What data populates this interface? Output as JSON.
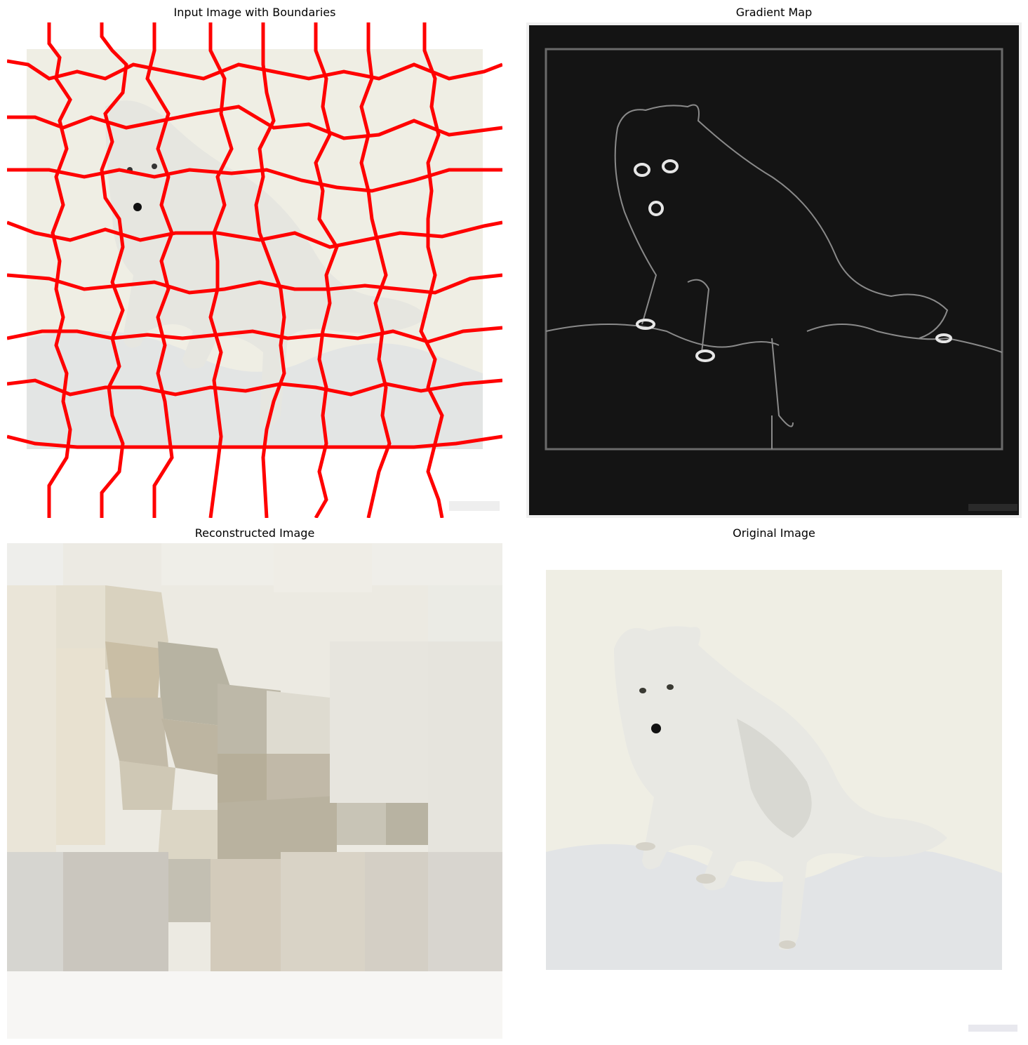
{
  "panels": [
    {
      "title": "Input Image with Boundaries"
    },
    {
      "title": "Gradient Map"
    },
    {
      "title": "Reconstructed Image"
    },
    {
      "title": "Original Image"
    }
  ],
  "colors": {
    "boundary": "#ff0000",
    "snow_bg": "#f1efe6",
    "fox_fur": "#e9e9e2",
    "gradient_bg": "#141414",
    "gradient_edge": "#9a9a9a"
  }
}
